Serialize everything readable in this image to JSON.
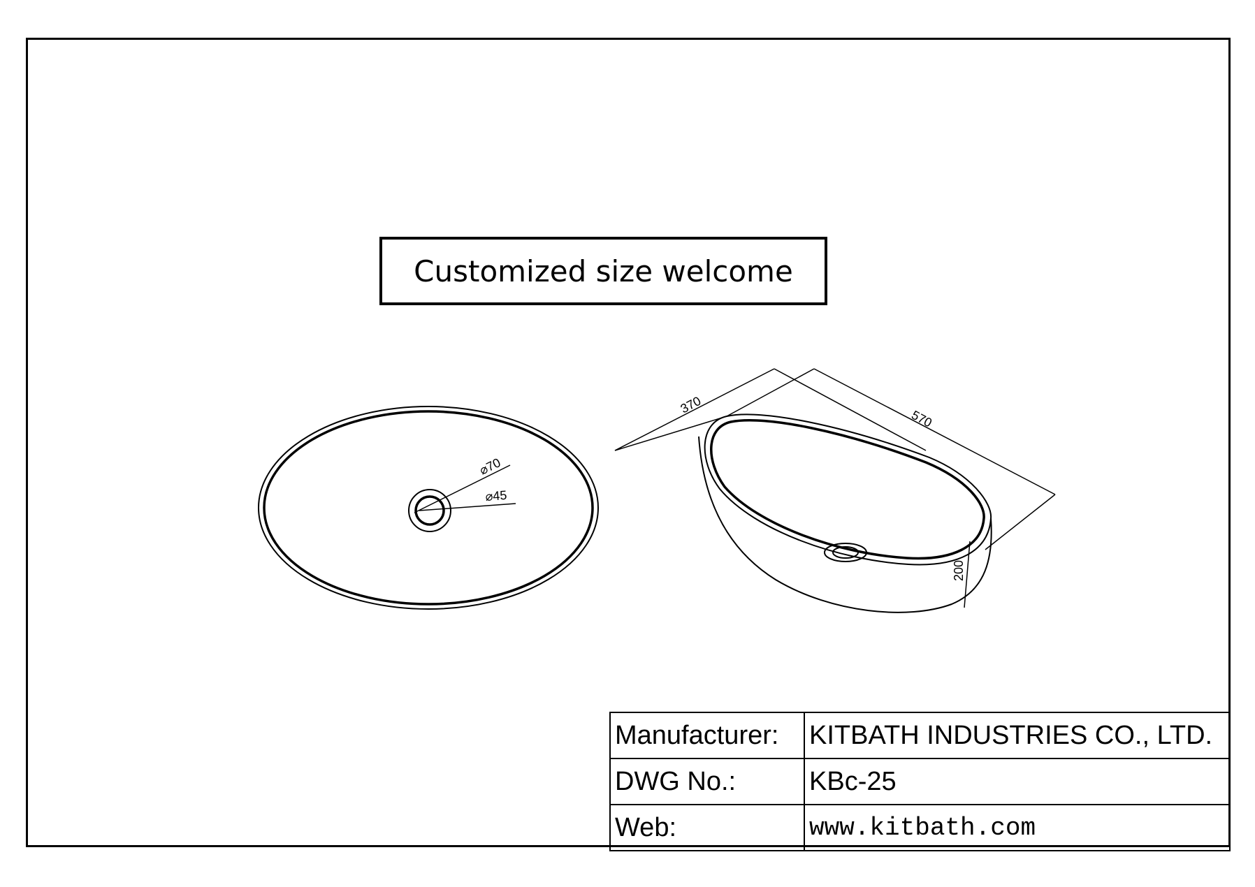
{
  "banner": {
    "text": "Customized size welcome"
  },
  "top_view": {
    "outer_diameter_label": "⌀70",
    "inner_diameter_label": "⌀45"
  },
  "iso_view": {
    "width_label": "370",
    "length_label": "570",
    "height_label": "200"
  },
  "title_block": {
    "rows": [
      {
        "label": "Manufacturer:",
        "value": "KITBATH INDUSTRIES CO., LTD."
      },
      {
        "label": "DWG No.:",
        "value": "KBc-25"
      },
      {
        "label": "Web:",
        "value": "www.kitbath.com"
      }
    ]
  }
}
